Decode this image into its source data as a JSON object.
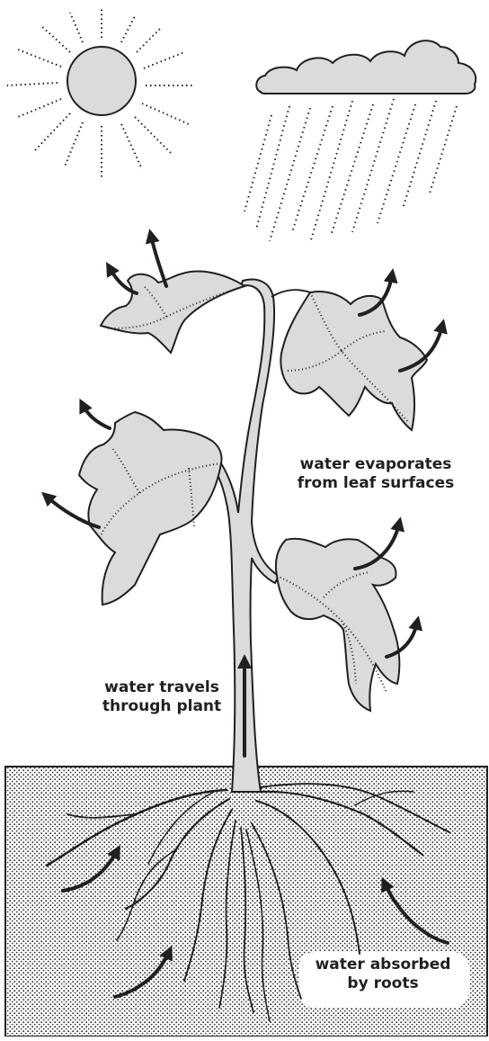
{
  "labels": {
    "evaporates": [
      "water evaporates",
      "from leaf surfaces"
    ],
    "travels": [
      "water travels",
      "through plant"
    ],
    "absorbed": [
      "water absorbed",
      "by roots"
    ]
  },
  "colors": {
    "ink": "#231f20",
    "fill": "#d9dbdc",
    "soil": "#ffffff"
  }
}
